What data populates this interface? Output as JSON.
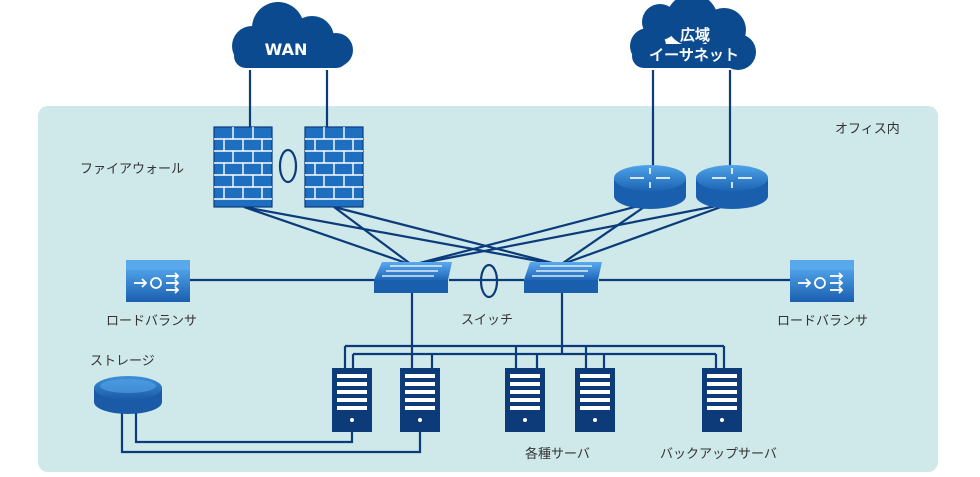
{
  "clouds": {
    "wan": "WAN",
    "ethernet_line1": "広域",
    "ethernet_line2": "イーサネット"
  },
  "labels": {
    "office": "オフィス内",
    "firewall": "ファイアウォール",
    "load_balancer_left": "ロードバランサ",
    "load_balancer_right": "ロードバランサ",
    "switch": "スイッチ",
    "storage": "ストレージ",
    "servers": "各種サーバ",
    "backup_server": "バックアップサーバ"
  },
  "colors": {
    "office_bg": "#cfe8ea",
    "cloud": "#0b4a8f",
    "line": "#0b3b7a",
    "device": "#1f6fc0",
    "server": "#0d3a78"
  }
}
